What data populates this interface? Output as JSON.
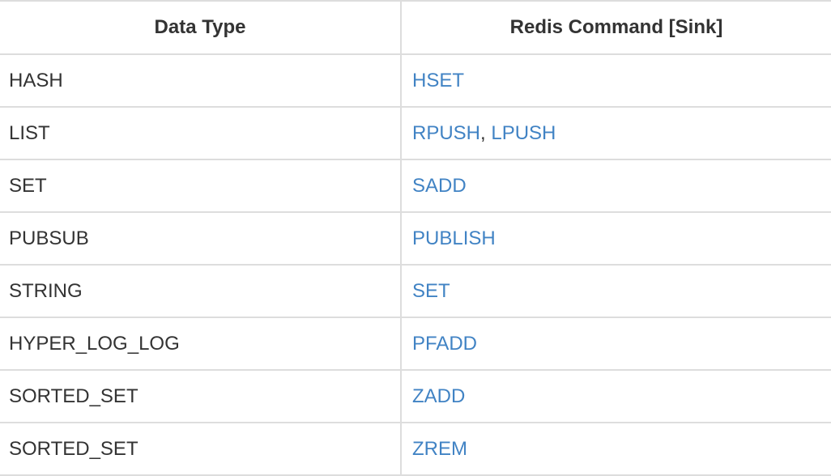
{
  "table": {
    "headers": [
      "Data Type",
      "Redis Command [Sink]"
    ],
    "rows": [
      {
        "type": "HASH",
        "commands": [
          "HSET"
        ]
      },
      {
        "type": "LIST",
        "commands": [
          "RPUSH",
          "LPUSH"
        ]
      },
      {
        "type": "SET",
        "commands": [
          "SADD"
        ]
      },
      {
        "type": "PUBSUB",
        "commands": [
          "PUBLISH"
        ]
      },
      {
        "type": "STRING",
        "commands": [
          "SET"
        ]
      },
      {
        "type": "HYPER_LOG_LOG",
        "commands": [
          "PFADD"
        ]
      },
      {
        "type": "SORTED_SET",
        "commands": [
          "ZADD"
        ]
      },
      {
        "type": "SORTED_SET",
        "commands": [
          "ZREM"
        ]
      }
    ],
    "separator": ",",
    "colors": {
      "link": "#4183c4",
      "text": "#333333",
      "border": "#dddddd"
    }
  }
}
